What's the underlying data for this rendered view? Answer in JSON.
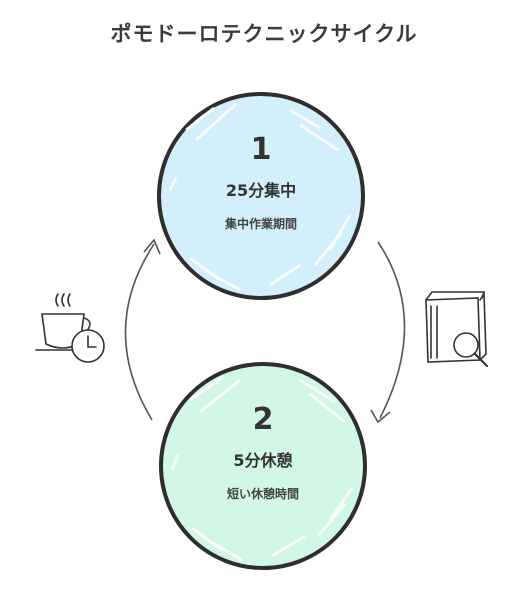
{
  "title": "ポモドーロテクニックサイクル",
  "steps": [
    {
      "number": "1",
      "heading": "25分集中",
      "description": "集中作業期間",
      "fill": "#d3effb"
    },
    {
      "number": "2",
      "heading": "5分休憩",
      "description": "短い休憩時間",
      "fill": "#d3f7e6"
    }
  ],
  "icons": {
    "work": "book-magnifier-icon",
    "break": "coffee-clock-icon"
  },
  "colors": {
    "stroke": "#333333",
    "arrow": "#555555"
  }
}
